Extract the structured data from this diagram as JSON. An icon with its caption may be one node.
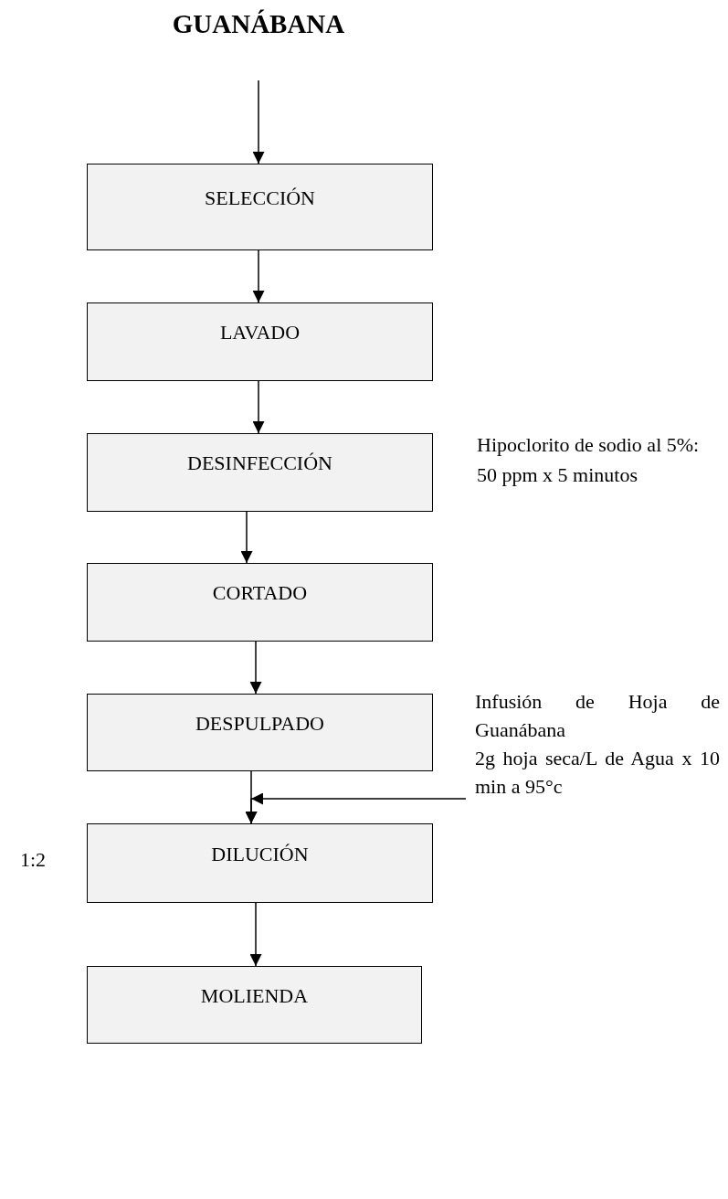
{
  "diagram": {
    "title": "GUANÁBANA",
    "nodes": [
      {
        "text": [
          "SELECCIÓN"
        ]
      },
      {
        "text": [
          "LAVADO"
        ]
      },
      {
        "text": [
          "DESINFECCIÓN"
        ],
        "beside": [
          "Hipoclorito de sodio al 5%:  50 ppm x 5 minutos"
        ]
      },
      {
        "text": [
          "CORTADO"
        ]
      },
      {
        "text": [
          "DESPULPADO"
        ]
      },
      {
        "text": [
          "Infusión de Hoja de Guanábana",
          "2g hoja seca/L de Agua x 10 min a 95°c"
        ]
      },
      {
        "text": [
          "DILUCIÓN"
        ],
        "beside": [
          "1:2"
        ]
      },
      {
        "text": [
          "MOLIENDA"
        ]
      }
    ],
    "edges": [
      {
        "from": null,
        "to": 0,
        "arrow": "to"
      },
      {
        "from": 0,
        "to": 1,
        "arrow": "to"
      },
      {
        "from": 1,
        "to": 2,
        "arrow": "to"
      },
      {
        "from": 2,
        "to": 3,
        "arrow": "to"
      },
      {
        "from": 3,
        "to": 4,
        "arrow": "to"
      },
      {
        "from": 4,
        "to": 6,
        "arrow": "to"
      },
      {
        "from": 5,
        "to": 6,
        "arrow": "to"
      },
      {
        "from": 6,
        "to": 7,
        "arrow": "to"
      }
    ]
  }
}
